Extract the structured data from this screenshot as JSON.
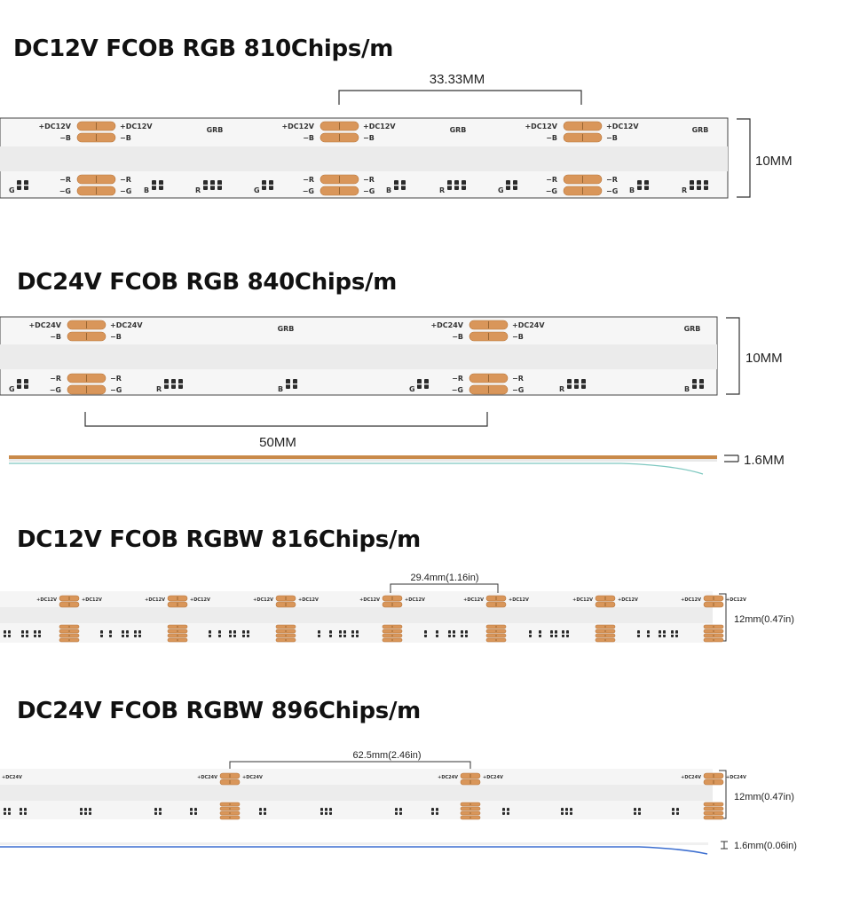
{
  "sections": [
    {
      "title": "DC12V FCOB RGB 810Chips/m",
      "pitch_label": "33.33MM",
      "width_label": "10MM",
      "pad_top_left": "+DC12V",
      "pad_top_right": "+DC12V",
      "pad_b": "B",
      "pad_r": "R",
      "pad_g": "G",
      "grb_label": "GRB"
    },
    {
      "title": "DC24V FCOB RGB 840Chips/m",
      "pitch_label": "50MM",
      "width_label": "10MM",
      "thickness_label": "1.6MM",
      "pad_top_left": "+DC24V",
      "pad_top_right": "+DC24V",
      "pad_b": "B",
      "pad_r": "R",
      "pad_g": "G",
      "grb_label": "GRB"
    },
    {
      "title": "DC12V FCOB RGBW 816Chips/m",
      "pitch_label": "29.4mm(1.16in)",
      "width_label": "12mm(0.47in)",
      "pad_top_left": "+DC12V",
      "pad_top_right": "+DC12V"
    },
    {
      "title": "DC24V FCOB RGBW 896Chips/m",
      "pitch_label": "62.5mm(2.46in)",
      "width_label": "12mm(0.47in)",
      "thickness_label": "1.6mm(0.06in)",
      "pad_top_left": "+DC24V",
      "pad_top_right": "+DC24V"
    }
  ],
  "colors": {
    "pad": "#d9965a",
    "pad_edge": "#b8753a",
    "strip_bg": "#f2f2f2",
    "strip_inner": "#ececec",
    "outline": "#333333",
    "chip_dark": "#2b2b2b",
    "pcb_copper": "#c98a4a",
    "pcb_blue": "#3d6fd0",
    "pcb_teal": "#7ec8c0"
  }
}
